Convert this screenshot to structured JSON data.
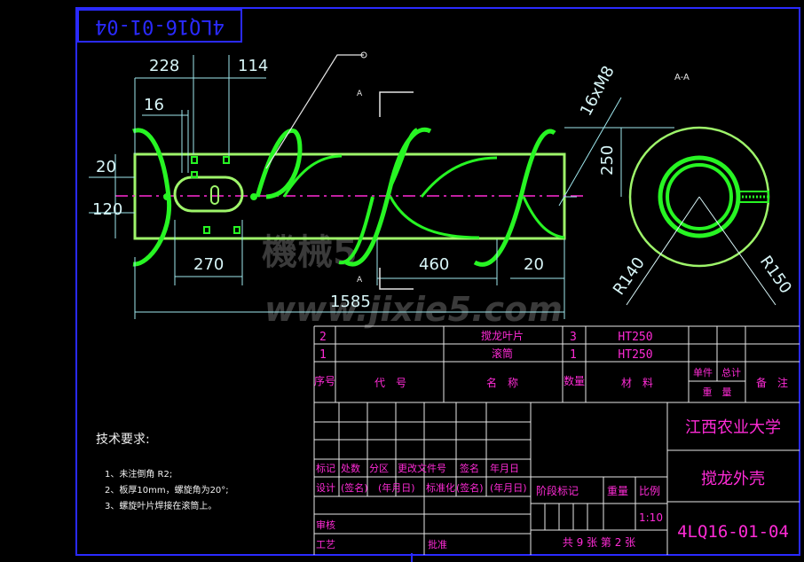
{
  "drawing_number_mirrored": "4LQ16-01-04",
  "watermark": {
    "line1": "機械5",
    "line2": "www.jixie5.com"
  },
  "dimensions": {
    "d228": "228",
    "d114": "114",
    "d16": "16",
    "d20": "20",
    "d120": "120",
    "d270": "270",
    "d460": "460",
    "d20b": "20",
    "d1585": "1585",
    "d250": "250",
    "thread": "16xM8",
    "r140": "R140",
    "r150": "R150"
  },
  "section": {
    "label": "A-A",
    "cut_top": "A",
    "cut_bottom": "A"
  },
  "notes": {
    "title": "技术要求:",
    "items": [
      "1、未注倒角 R2;",
      "2、板厚10mm，螺旋角为20°;",
      "3、螺旋叶片焊接在滚筒上。"
    ]
  },
  "bom": {
    "rows": [
      {
        "no": "2",
        "code": "",
        "name": "搅龙叶片",
        "qty": "3",
        "material": "HT250"
      },
      {
        "no": "1",
        "code": "",
        "name": "滚筒",
        "qty": "1",
        "material": "HT250"
      }
    ],
    "header": {
      "no": "序号",
      "code": "代　号",
      "name": "名　称",
      "qty": "数量",
      "material": "材　料",
      "unit": "单件",
      "total": "总计",
      "weight": "重　量",
      "remark": "备　注"
    }
  },
  "title_block": {
    "org": "江西农业大学",
    "title": "搅龙外壳",
    "drawing_no": "4LQ16-01-04",
    "labels": {
      "mark": "标记",
      "count": "处数",
      "zone": "分区",
      "change_doc": "更改文件号",
      "sign": "签名",
      "date": "年月日",
      "design": "设计",
      "sign2": "(签名)",
      "date2": "(年月日)",
      "std": "标准化",
      "sign3": "(签名)",
      "date3": "(年月日)",
      "stage": "阶段标记",
      "weight": "重量",
      "scale": "比例",
      "check": "审核",
      "process": "工艺",
      "approve": "批准"
    },
    "scale": "1:10",
    "sheets": "共 9 张 第 2 张"
  }
}
